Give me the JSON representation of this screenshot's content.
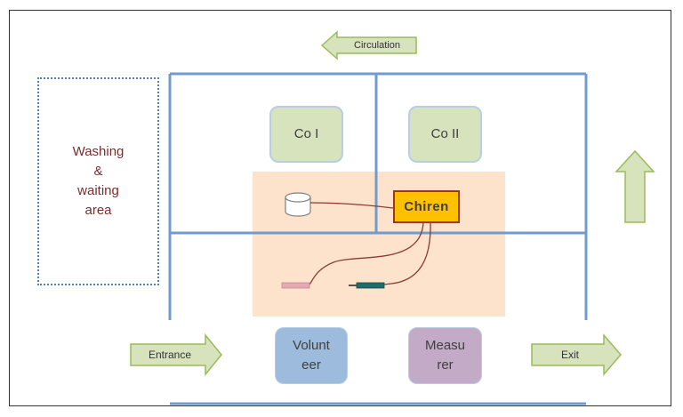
{
  "labels": {
    "circulation": "Circulation",
    "washing_area_lines": [
      "Washing",
      "&",
      "waiting",
      "area"
    ],
    "co1": "Co I",
    "co2": "Co II",
    "chiren": "Chiren",
    "volunteer_lines": [
      "Volunt",
      "eer"
    ],
    "measurer_lines": [
      "Measu",
      "rer"
    ],
    "entrance": "Entrance",
    "exit": "Exit"
  },
  "icons": {
    "circulation_arrow": "arrow-left-icon",
    "up_arrow": "arrow-up-icon",
    "entrance_arrow": "arrow-right-icon",
    "exit_arrow": "arrow-right-icon",
    "cylinder": "cylinder-icon",
    "probe_pink": "probe-icon",
    "probe_dark": "probe-icon"
  },
  "colors": {
    "wall_line": "#6f9bd1",
    "arrow_fill": "#d6e3bc",
    "arrow_stroke": "#9bbb59",
    "zone_fill": "#fde3cc",
    "co_fill": "#d6e3bc",
    "chiren_fill": "#ffc000",
    "chiren_border": "#943634",
    "volunteer_fill": "#9dbbdc",
    "measurer_fill": "#c3aac7",
    "cable": "#8b3a3a"
  }
}
